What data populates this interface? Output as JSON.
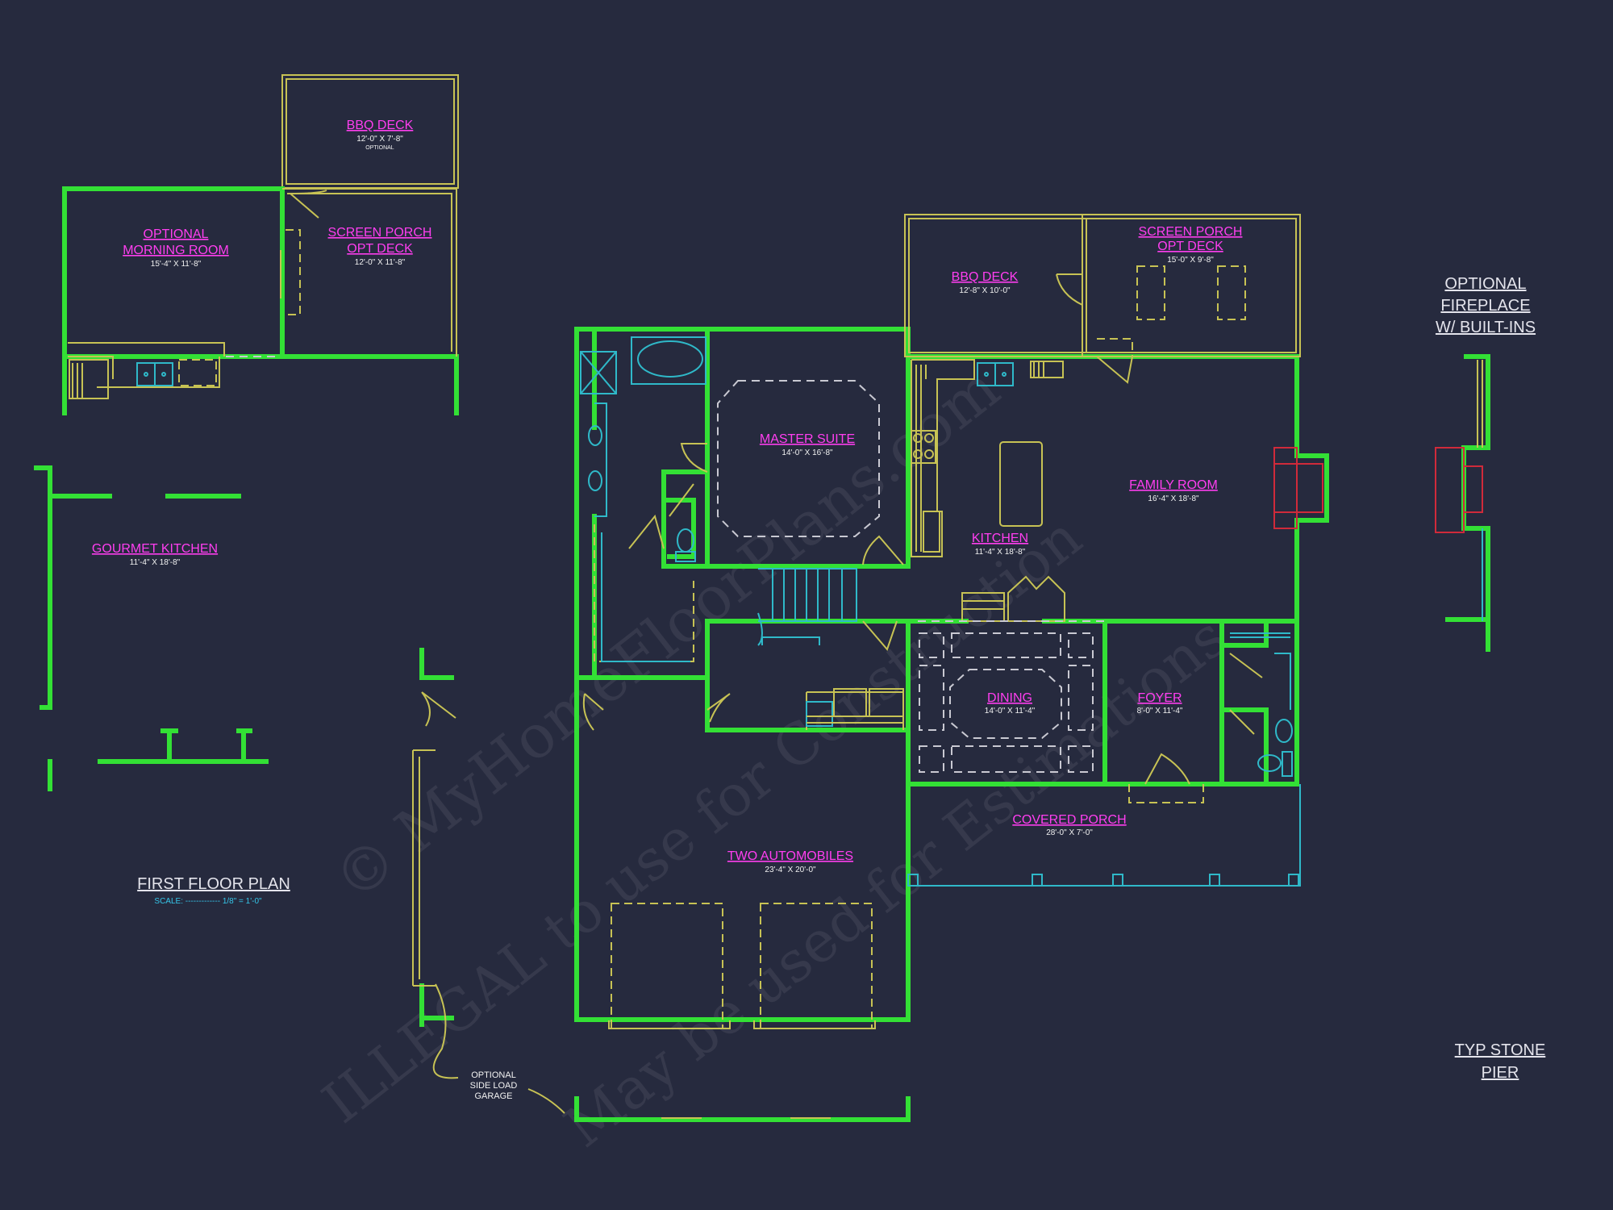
{
  "watermark": {
    "line1": "© MyHomeFloorPlans.com",
    "line2": "ILLEGAL to use for Construction",
    "line3": "May be used for Estimations"
  },
  "rooms": [
    {
      "name": "BBQ DECK",
      "dims": "12'-0\" X 7'-8\"",
      "note": "OPTIONAL"
    },
    {
      "name": "OPTIONAL",
      "name2": "MORNING ROOM",
      "dims": "15'-4\" X 11'-8\""
    },
    {
      "name": "SCREEN PORCH",
      "name2": "OPT DECK",
      "dims": "12'-0\" X 11'-8\""
    },
    {
      "name": "GOURMET KITCHEN",
      "dims": "11'-4\" X 18'-8\""
    },
    {
      "name": "BBQ DECK",
      "dims": "12'-8\" X 10'-0\""
    },
    {
      "name": "SCREEN PORCH",
      "name2": "OPT DECK",
      "dims": "15'-0\" X 9'-8\""
    },
    {
      "name": "MASTER SUITE",
      "dims": "14'-0\" X 16'-8\""
    },
    {
      "name": "FAMILY ROOM",
      "dims": "16'-4\" X 18'-8\""
    },
    {
      "name": "KITCHEN",
      "dims": "11'-4\" X 18'-8\""
    },
    {
      "name": "DINING",
      "dims": "14'-0\" X 11'-4\""
    },
    {
      "name": "FOYER",
      "dims": "8'-0\" X 11'-4\""
    },
    {
      "name": "COVERED PORCH",
      "dims": "28'-0\" X 7'-0\""
    },
    {
      "name": "TWO AUTOMOBILES",
      "dims": "23'-4\" X 20'-0\""
    }
  ],
  "labels": {
    "title": "FIRST FLOOR PLAN",
    "scale": "SCALE: ------------- 1/8\" = 1'-0\"",
    "fireplace": [
      "OPTIONAL",
      "FIREPLACE",
      "W/ BUILT-INS"
    ],
    "stone_pier": [
      "TYP STONE",
      "PIER"
    ],
    "side_load": [
      "OPTIONAL",
      "SIDE LOAD",
      "GARAGE"
    ]
  },
  "colors": {
    "background": "#262a3e",
    "walls": "#33e035",
    "room_labels": "#ff3ef0",
    "fixtures": "#c7c254",
    "plumbing": "#2fb9c9",
    "fireplace": "#d02a3a"
  }
}
